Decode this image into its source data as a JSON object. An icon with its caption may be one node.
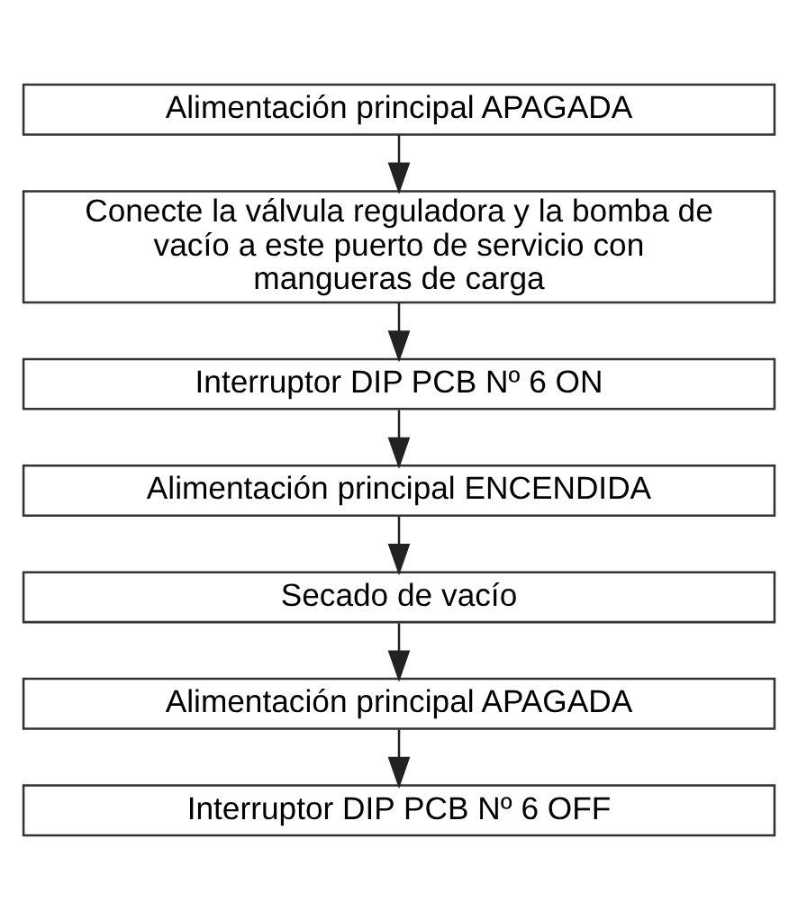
{
  "diagram": {
    "nodes": [
      {
        "text": [
          "Alimentación principal APAGADA"
        ]
      },
      {
        "text": [
          "Conecte la válvula reguladora y la bomba de vacío a este puerto de servicio con mangueras de carga"
        ]
      },
      {
        "text": [
          "Interruptor DIP PCB Nº 6 ON"
        ]
      },
      {
        "text": [
          "Alimentación principal ENCENDIDA"
        ]
      },
      {
        "text": [
          "Secado de vacío"
        ]
      },
      {
        "text": [
          "Alimentación principal APAGADA"
        ]
      },
      {
        "text": [
          "Interruptor DIP PCB Nº 6 OFF"
        ]
      }
    ],
    "edges": [
      {
        "from": 0,
        "to": 1,
        "arrow": "to"
      },
      {
        "from": 1,
        "to": 2,
        "arrow": "to"
      },
      {
        "from": 2,
        "to": 3,
        "arrow": "to"
      },
      {
        "from": 3,
        "to": 4,
        "arrow": "to"
      },
      {
        "from": 4,
        "to": 5,
        "arrow": "to"
      },
      {
        "from": 5,
        "to": 6,
        "arrow": "to"
      }
    ]
  }
}
